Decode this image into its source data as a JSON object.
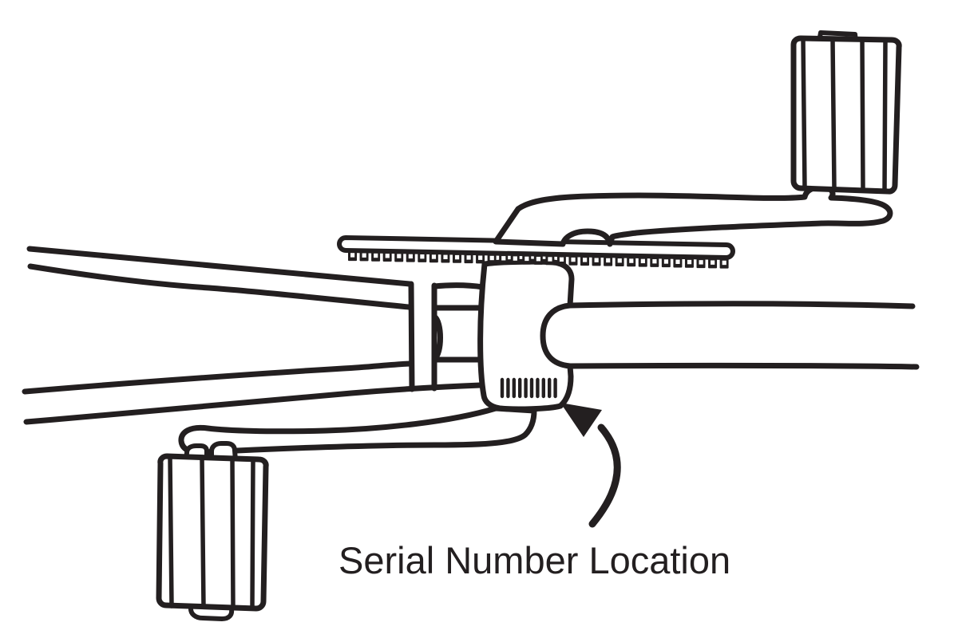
{
  "page": {
    "background": "#ffffff",
    "ink": "#231f20"
  },
  "figure": {
    "type": "technical-line-drawing",
    "subject": "Underside view of a bicycle bottom bracket with crank arms, pedals, chainring, frame tubes and a callout arrow",
    "label": {
      "text": "Serial Number Location"
    },
    "serial_marks": {
      "count": 10
    },
    "chainring": {
      "teeth_count": 33
    }
  }
}
